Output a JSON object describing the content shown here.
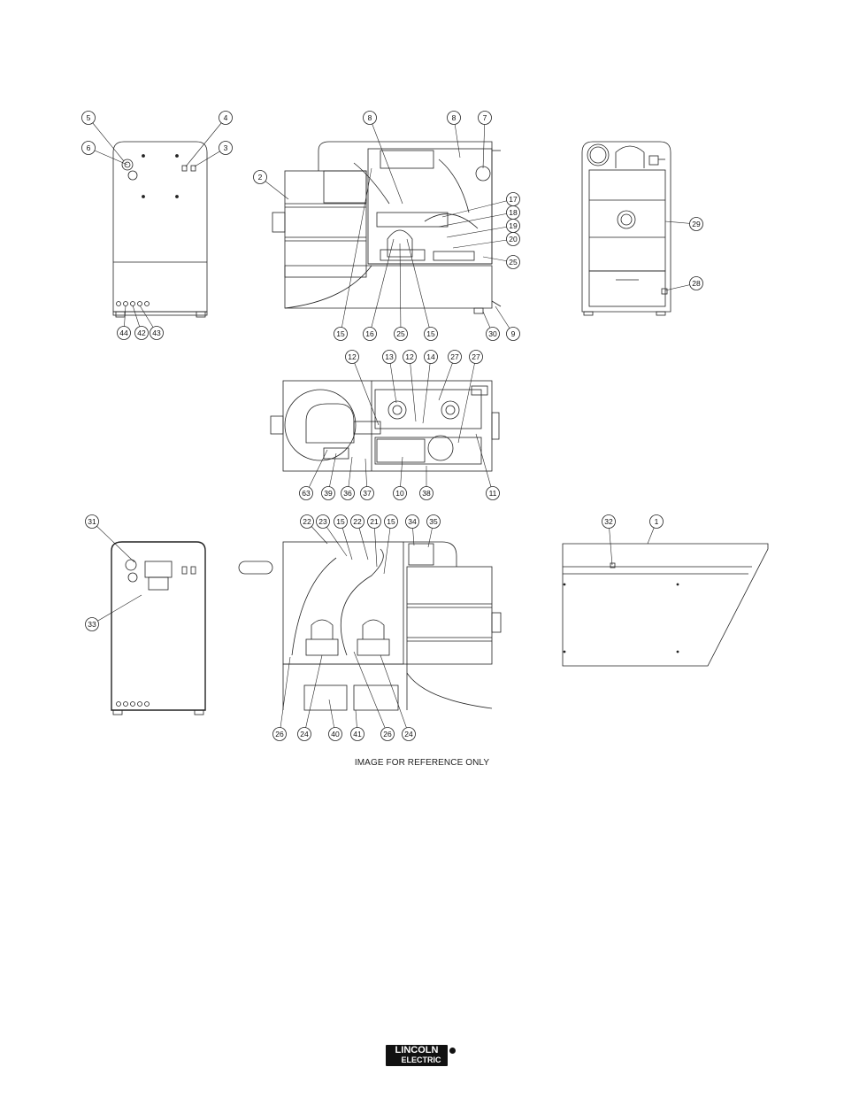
{
  "caption": "IMAGE FOR REFERENCE ONLY",
  "logo": {
    "line1": "LINCOLN",
    "line2": "ELECTRIC"
  },
  "callouts": {
    "front": [
      "5",
      "4",
      "6",
      "3",
      "44",
      "42",
      "43"
    ],
    "side": [
      "8",
      "8",
      "7",
      "2",
      "17",
      "18",
      "19",
      "20",
      "25",
      "15",
      "16",
      "25",
      "15",
      "30",
      "9"
    ],
    "rear": [
      "29",
      "28"
    ],
    "top": [
      "12",
      "13",
      "12",
      "14",
      "27",
      "27",
      "63",
      "39",
      "36",
      "37",
      "10",
      "38",
      "11"
    ],
    "front2": [
      "31",
      "33"
    ],
    "side2": [
      "22",
      "23",
      "15",
      "22",
      "21",
      "15",
      "34",
      "35",
      "26",
      "24",
      "40",
      "41",
      "26",
      "24"
    ],
    "lid": [
      "32",
      "1"
    ]
  }
}
